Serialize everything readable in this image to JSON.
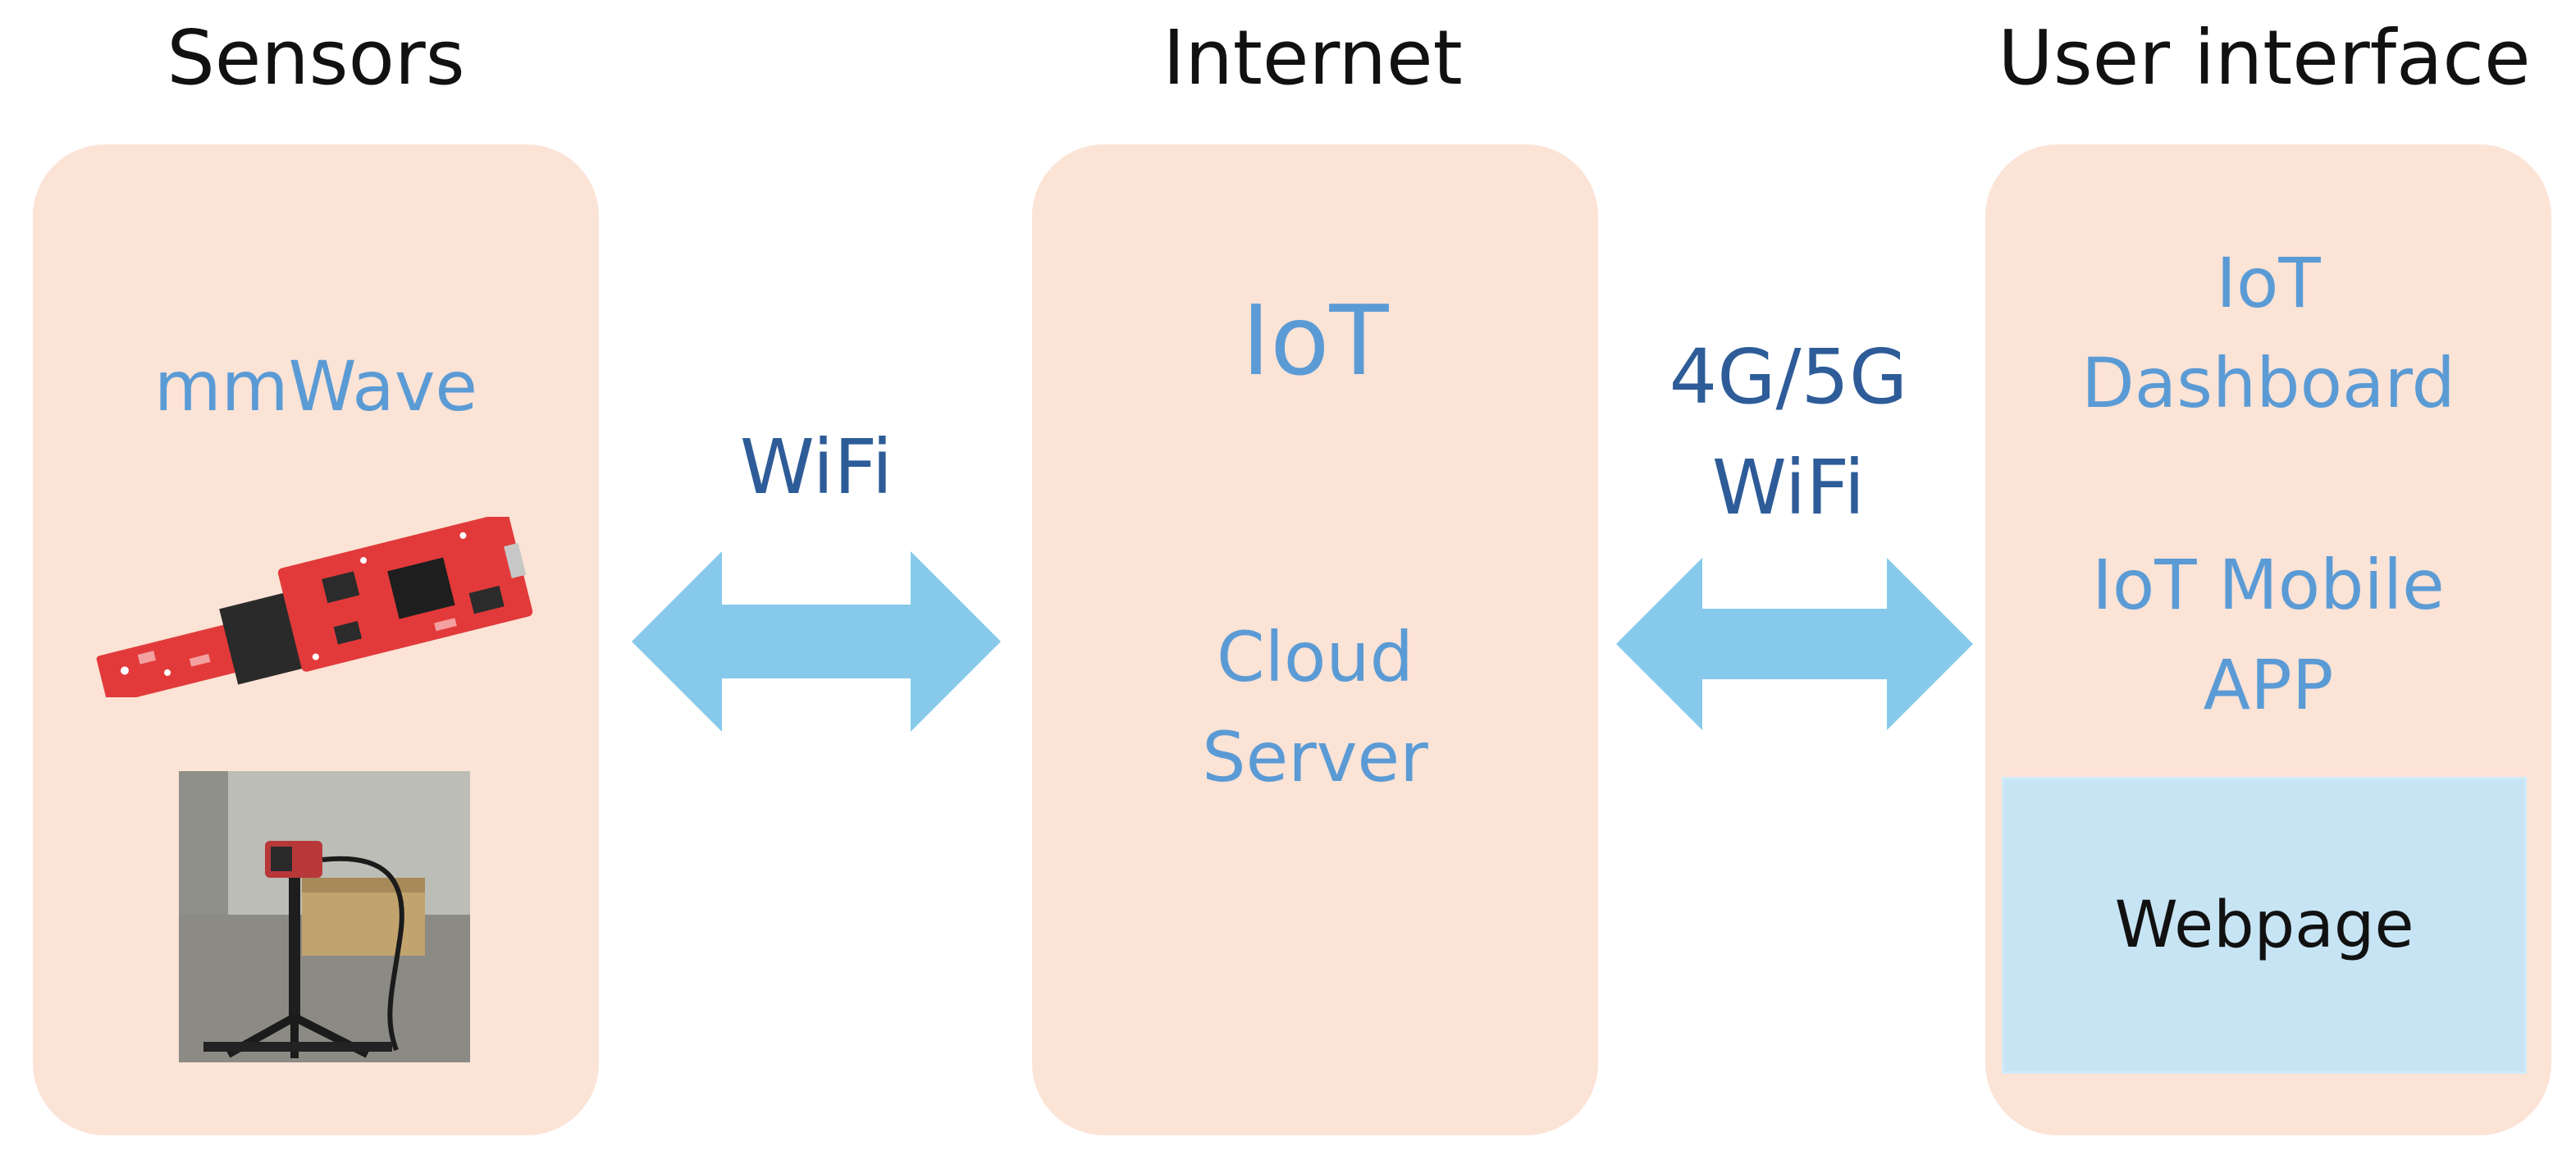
{
  "columns": {
    "sensors": {
      "title": "Sensors",
      "device_label": "mmWave"
    },
    "internet": {
      "title": "Internet",
      "line1": "IoT",
      "line2": "Cloud",
      "line3": "Server"
    },
    "user_interface": {
      "title": "User interface",
      "dashboard_line1": "IoT",
      "dashboard_line2": "Dashboard",
      "mobile_line1": "IoT Mobile",
      "mobile_line2": "APP",
      "webpage": "Webpage"
    }
  },
  "links": {
    "left": {
      "line1": "WiFi"
    },
    "right": {
      "line1": "4G/5G",
      "line2": "WiFi"
    }
  },
  "colors": {
    "panel": "#fbe3d6",
    "label_blue": "#5b9bd5",
    "link_blue": "#2e5c98",
    "arrow": "#87c9ea",
    "webpage_box": "#c6e4f4",
    "board_red": "#e23a3a"
  },
  "icons": {
    "arrow": "double-headed-arrow-icon",
    "board": "circuit-board-icon",
    "photo": "sensor-on-tripod-photo"
  }
}
